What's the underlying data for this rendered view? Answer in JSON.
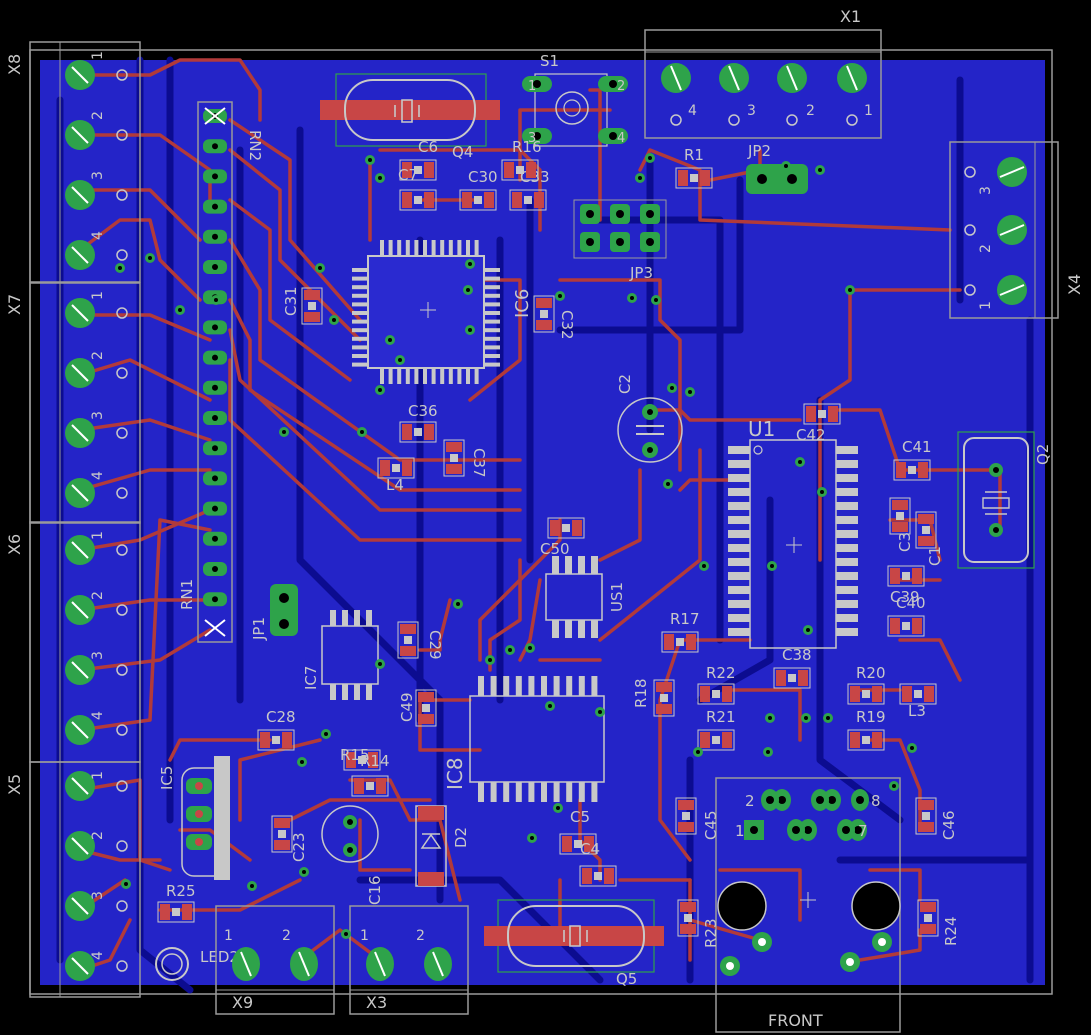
{
  "colors": {
    "background": "#000000",
    "copper_bottom": "#2a2ad0",
    "trace_bottom": "#1414a0",
    "trace_top": "#b43c3c",
    "pad": "#2ea34a",
    "pad_hole": "#ffffff",
    "silkscreen": "#c8c8c8",
    "smd_pad": "#c84646",
    "dimension": "#a0a0a0"
  },
  "connectors": {
    "x8": "X8",
    "x7": "X7",
    "x6": "X6",
    "x5": "X5",
    "x1": "X1",
    "x4": "X4",
    "x9": "X9",
    "x3": "X3",
    "front": "FRONT"
  },
  "pin_numbers": {
    "p1": "1",
    "p2": "2",
    "p3": "3",
    "p4": "4",
    "p7": "7",
    "p8": "8"
  },
  "components": {
    "s1": "S1",
    "q4": "Q4",
    "q2": "Q2",
    "q5": "Q5",
    "u1": "U1",
    "us1": "US1",
    "ic6": "IC6",
    "ic7": "IC7",
    "ic8": "IC8",
    "ic5": "IC5",
    "rn1": "RN1",
    "rn2": "RN2",
    "jp1": "JP1",
    "jp2": "JP2",
    "jp3": "JP3",
    "c2": "C2",
    "c3": "C3",
    "c4": "C4",
    "c5": "C5",
    "c6": "C6",
    "c7": "C7",
    "c16": "C16",
    "c23": "C23",
    "c28": "C28",
    "c29": "C29",
    "c30": "C30",
    "c31": "C31",
    "c32": "C32",
    "c33": "C33",
    "c36": "C36",
    "c37": "C37",
    "c38": "C38",
    "c39": "C39",
    "c40": "C40",
    "c41": "C41",
    "c42": "C42",
    "c45": "C45",
    "c46": "C46",
    "c49": "C49",
    "c50": "C50",
    "c1": "C1",
    "r1": "R1",
    "r14": "R14",
    "r15": "R15",
    "r16": "R16",
    "r17": "R17",
    "r18": "R18",
    "r19": "R19",
    "r20": "R20",
    "r21": "R21",
    "r22": "R22",
    "r23": "R23",
    "r24": "R24",
    "r25": "R25",
    "l3": "L3",
    "l4": "L4",
    "d2": "D2",
    "led2": "LED2"
  }
}
